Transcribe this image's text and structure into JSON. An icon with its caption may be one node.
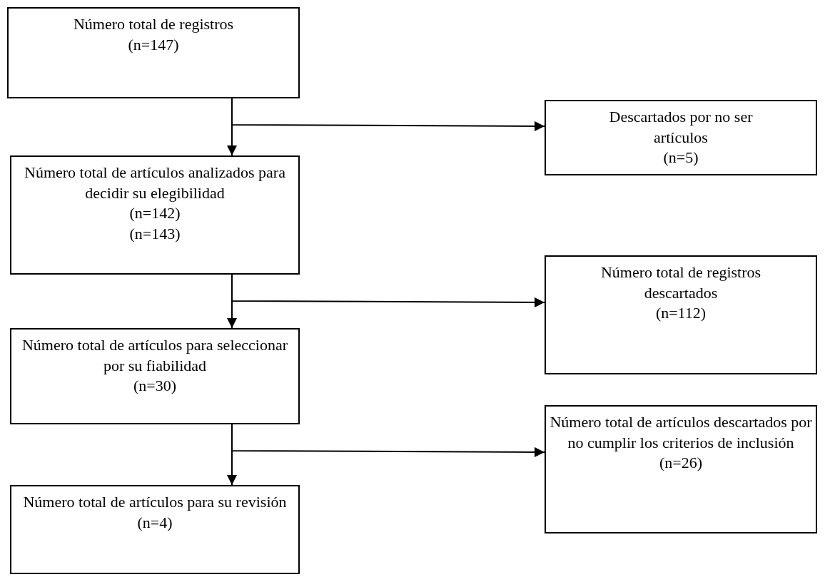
{
  "diagram": {
    "nodes": [
      {
        "text": [
          "Número total de registros",
          "(n=147)"
        ]
      },
      {
        "text": [
          "Descartados por no ser artículos",
          "(n=5)"
        ]
      },
      {
        "text": [
          "Número total de artículos analizados para decidir su elegibilidad",
          "(n=142)",
          "(n=143)"
        ]
      },
      {
        "text": [
          "Número total de registros descartados",
          "(n=112)"
        ]
      },
      {
        "text": [
          "Número total de artículos para seleccionar por su fiabilidad",
          "(n=30)"
        ]
      },
      {
        "text": [
          "Número total de artículos descartados por no cumplir los criterios de inclusión",
          "(n=26)"
        ]
      },
      {
        "text": [
          "Número total de artículos para su revisión",
          "(n=4)"
        ]
      }
    ],
    "edges": [
      {
        "from": 0,
        "to": 2,
        "arrow": "to"
      },
      {
        "from": 0,
        "to": 1,
        "arrow": "to"
      },
      {
        "from": 2,
        "to": 4,
        "arrow": "to"
      },
      {
        "from": 2,
        "to": 3,
        "arrow": "to"
      },
      {
        "from": 4,
        "to": 6,
        "arrow": "to"
      },
      {
        "from": 4,
        "to": 5,
        "arrow": "to"
      }
    ]
  }
}
